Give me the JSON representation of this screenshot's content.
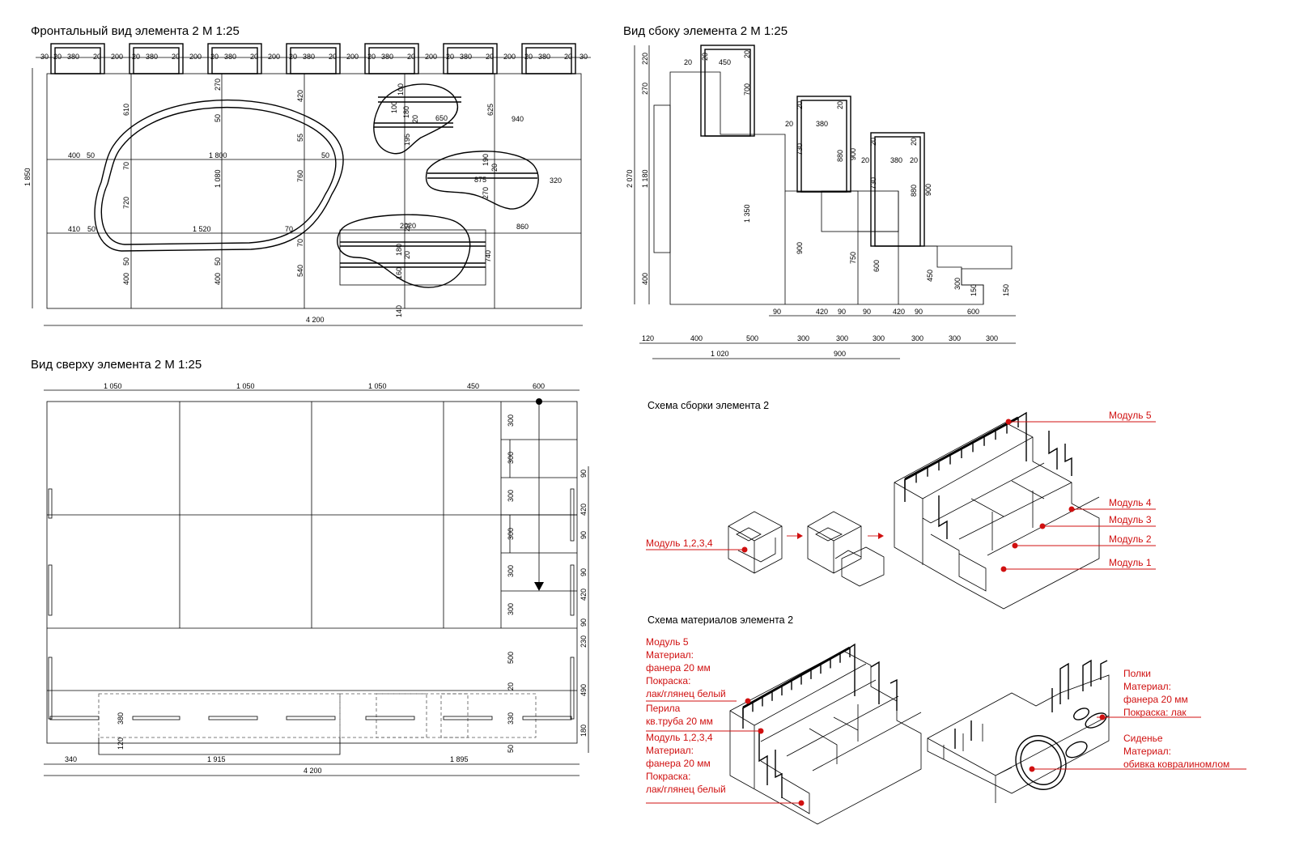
{
  "titles": {
    "front": "Фронтальный вид элемента 2 М 1:25",
    "side": "Вид сбоку элемента 2 М 1:25",
    "top": "Вид сверху элемента 2 М 1:25",
    "assembly": "Схема сборки элемента 2",
    "materials": "Схема материалов элемента 2"
  },
  "front_top_dims": [
    "30",
    "20",
    "380",
    "20",
    "200",
    "20",
    "380",
    "20",
    "200",
    "20",
    "380",
    "20",
    "200",
    "20",
    "380",
    "20",
    "200",
    "20",
    "380",
    "20",
    "200",
    "20",
    "380",
    "20",
    "200",
    "20",
    "380",
    "20",
    "30"
  ],
  "front_dims": {
    "d610": "610",
    "d270": "270",
    "d50a": "50",
    "d420": "420",
    "d55": "55",
    "d400a": "400",
    "d50b": "50",
    "d1800": "1 800",
    "d50c": "50",
    "d70": "70",
    "d720": "720",
    "d1080": "1 080",
    "d760": "760",
    "d410": "410",
    "d50d": "50",
    "d1520": "1 520",
    "d70b": "70",
    "d70c": "70",
    "d50e": "50",
    "d50f": "50",
    "d400b": "400",
    "d400c": "400",
    "d540": "540",
    "d1850": "1 850",
    "d4200": "4 200",
    "d100": "100",
    "d100b": "100",
    "d180": "180",
    "d20": "20",
    "d650": "650",
    "d195": "195",
    "d625": "625",
    "d940": "940",
    "d190": "190",
    "d20b": "20",
    "d875": "875",
    "d270b": "270",
    "d320": "320",
    "d2020": "2020",
    "d860": "860",
    "d180b": "180",
    "d20c": "20",
    "d160": "160",
    "d740": "740",
    "d140": "140",
    "d20d": "20"
  },
  "side_dims": {
    "s220": "220",
    "s20a": "20",
    "s20b": "20",
    "s450": "450",
    "s20c": "20",
    "s270": "270",
    "s700": "700",
    "s2070": "2 070",
    "s1180": "1 180",
    "s1350": "1 350",
    "s400": "400",
    "s20d": "20",
    "s20e": "20",
    "s380": "380",
    "s20f": "20",
    "s730": "730",
    "s880": "880",
    "s900": "900",
    "s20g": "20",
    "s20h": "20",
    "s20i": "20",
    "s380b": "380",
    "s20j": "20",
    "s730b": "730",
    "s880b": "880",
    "s900b": "900",
    "s900c": "900",
    "s750": "750",
    "s600": "600",
    "s450b": "450",
    "s300": "300",
    "s150": "150",
    "s150b": "150",
    "s90": "90",
    "s420": "420",
    "s90b": "90",
    "s90c": "90",
    "s420b": "420",
    "s90d": "90",
    "s600b": "600",
    "s120": "120",
    "s400b": "400",
    "s500": "500",
    "s300a": "300",
    "s300b": "300",
    "s300c": "300",
    "s300d": "300",
    "s300e": "300",
    "s300f": "300",
    "s1020": "1 020",
    "s900d": "900"
  },
  "top_dims": {
    "t1050a": "1 050",
    "t1050b": "1 050",
    "t1050c": "1 050",
    "t450": "450",
    "t600": "600",
    "t300a": "300",
    "t300b": "300",
    "t300c": "300",
    "t300d": "300",
    "t300e": "300",
    "t300f": "300",
    "t90a": "90",
    "t420a": "420",
    "t90b": "90",
    "t90c": "90",
    "t420b": "420",
    "t90d": "90",
    "t230": "230",
    "t500": "500",
    "t20": "20",
    "t490": "490",
    "t380": "380",
    "t330": "330",
    "t120": "120",
    "t180": "180",
    "t50": "50",
    "t340": "340",
    "t1915": "1 915",
    "t1895": "1 895",
    "t4200": "4 200"
  },
  "assembly_labels": {
    "m1234": "Модуль 1,2,3,4",
    "m5": "Модуль 5",
    "m4": "Модуль 4",
    "m3": "Модуль 3",
    "m2": "Модуль 2",
    "m1": "Модуль 1"
  },
  "materials_left": [
    "Модуль 5",
    "Материал:",
    "фанера 20 мм",
    "Покраска:",
    "лак/глянец белый",
    "Перила",
    "кв.труба 20 мм",
    "Модуль 1,2,3,4",
    "Материал:",
    "фанера 20 мм",
    "Покраска:",
    "лак/глянец белый"
  ],
  "materials_right": [
    "Полки",
    "Материал:",
    "фанера 20 мм",
    "Покраска: лак",
    "Сиденье",
    "Материал:",
    "обивка ковралиномлом"
  ],
  "colors": {
    "accent": "#d01010",
    "line": "#000000"
  }
}
